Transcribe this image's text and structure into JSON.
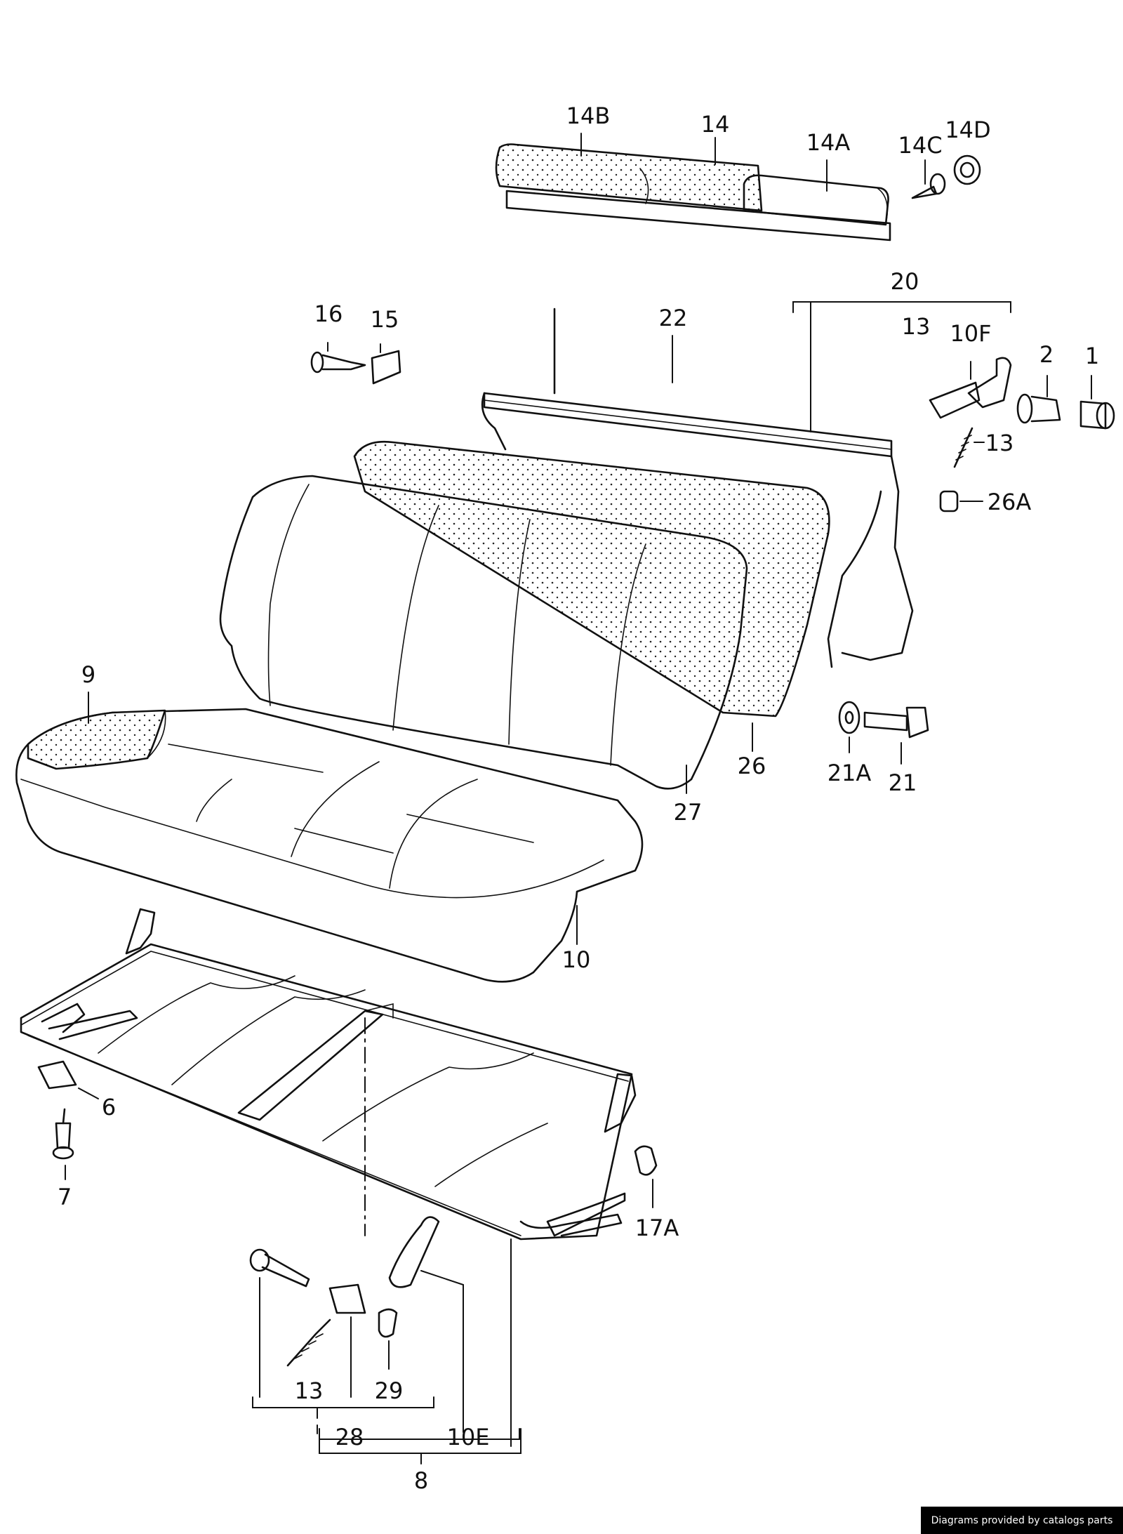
{
  "credit": "Diagrams provided by catalogs parts",
  "labels": {
    "l14B": "14B",
    "l14": "14",
    "l14A": "14A",
    "l14C": "14C",
    "l14D": "14D",
    "l20": "20",
    "l22": "22",
    "l16": "16",
    "l15": "15",
    "l13a": "13",
    "l10F": "10F",
    "l2": "2",
    "l1": "1",
    "l13b": "13",
    "l26A": "26A",
    "l9": "9",
    "l21A": "21A",
    "l21": "21",
    "l26": "26",
    "l27": "27",
    "l10": "10",
    "l6": "6",
    "l7": "7",
    "l17A": "17A",
    "l13c": "13",
    "l29": "29",
    "l28": "28",
    "l10E": "10E",
    "l8": "8"
  }
}
